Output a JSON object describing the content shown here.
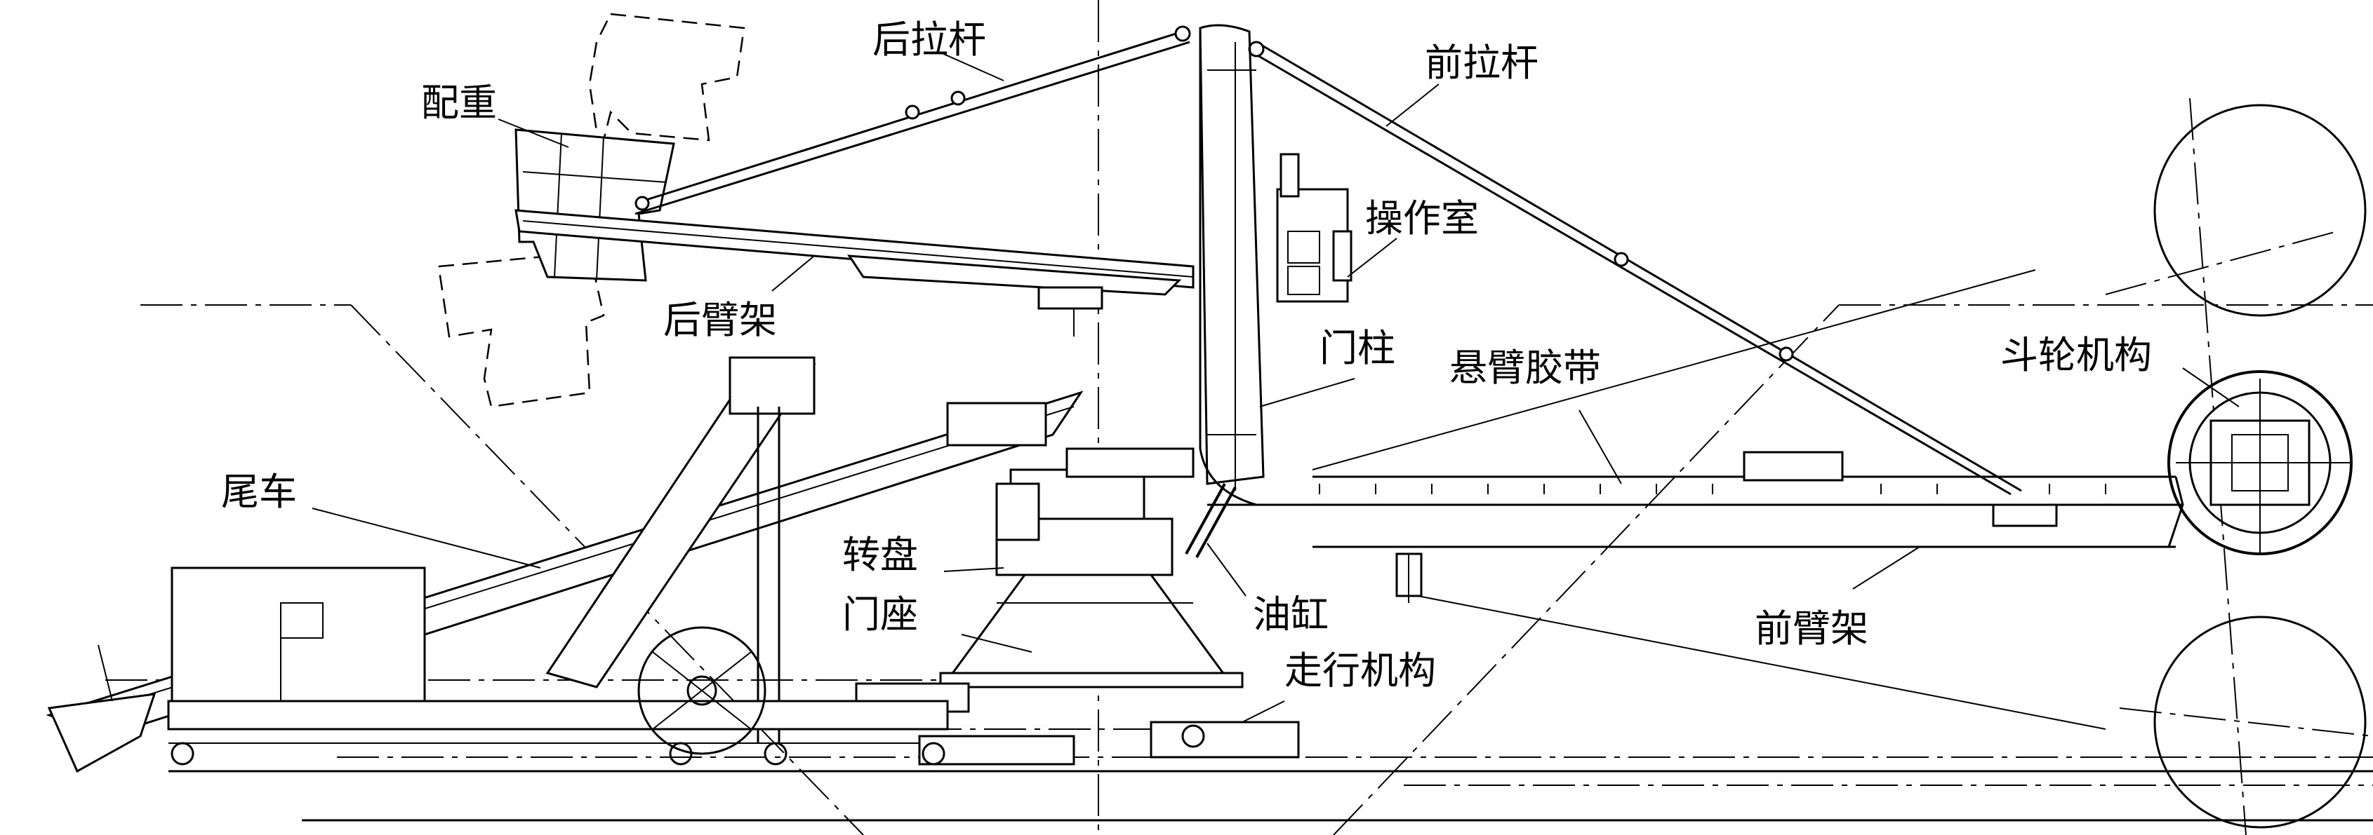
{
  "labels": {
    "rear_tie_rod": "后拉杆",
    "front_tie_rod": "前拉杆",
    "counterweight": "配重",
    "operator_cab": "操作室",
    "rear_boom_frame": "后臂架",
    "gantry_column": "门柱",
    "boom_conveyor": "悬臂胶带",
    "bucket_wheel_mechanism": "斗轮机构",
    "tail_car": "尾车",
    "turntable": "转盘",
    "portal_base": "门座",
    "oil_cylinder": "油缸",
    "front_boom_frame": "前臂架",
    "travel_mechanism": "走行机构"
  },
  "colors": {
    "line": "#000000",
    "background": "#ffffff"
  }
}
